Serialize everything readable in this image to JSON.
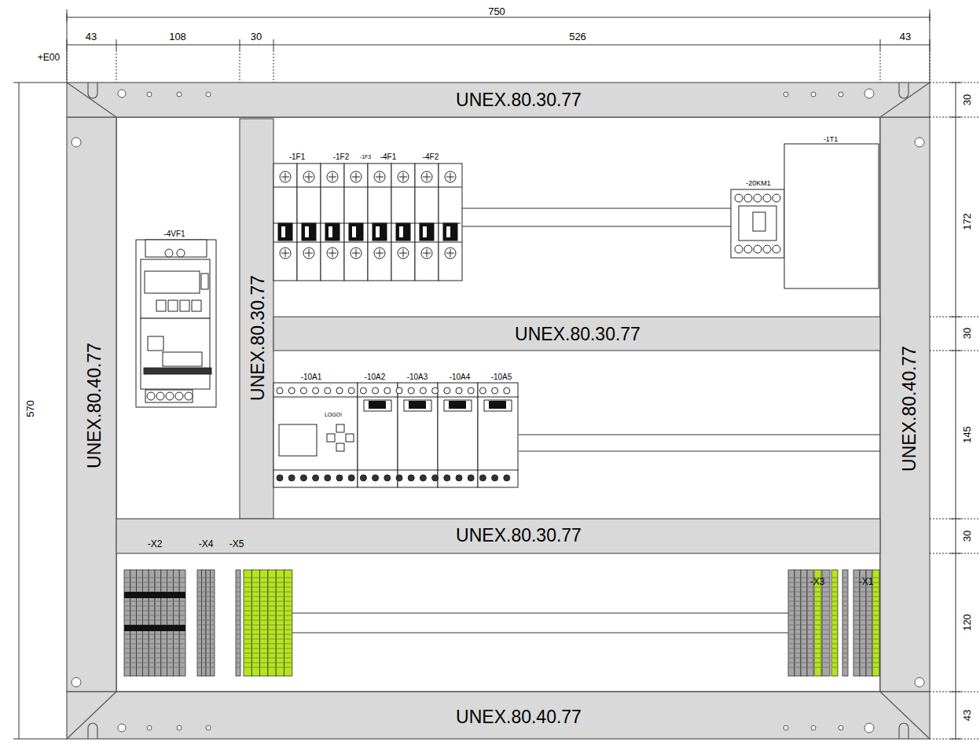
{
  "diagram": {
    "nodes": [
      {
        "text": [
          "UNEX.80.30.77"
        ]
      },
      {
        "text": [
          "UNEX.80.40.77"
        ]
      },
      {
        "text": [
          "UNEX.80.30.77"
        ]
      },
      {
        "text": [
          "-1T1"
        ]
      },
      {
        "text": [
          "UNEX.80.30.77"
        ]
      },
      {
        "text": [
          "UNEX.80.40.77"
        ]
      },
      {
        "text": [
          "UNEX.80.30.77"
        ]
      },
      {
        "text": [
          "UNEX.80.40.77"
        ]
      }
    ],
    "labels": [
      "750",
      "43",
      "108",
      "30",
      "526",
      "43",
      "+E00",
      "570",
      "30",
      "172",
      "30",
      "145",
      "30",
      "120",
      "43",
      "-4VF1",
      "-1F1",
      "-1F2",
      "-1F3",
      "-4F1",
      "-4F2",
      "-20KM1",
      "-10A1",
      "-10A2",
      "-10A3",
      "-10A4",
      "-10A5",
      "-X2",
      "-X4",
      "-X5",
      "-X3",
      "-X1",
      "LOGO!"
    ]
  }
}
